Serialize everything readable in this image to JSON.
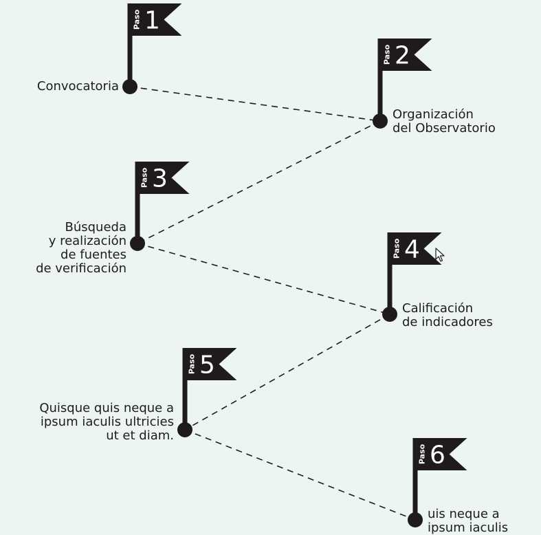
{
  "steps": [
    {
      "word": "Paso",
      "number": "1",
      "label_lines": [
        "Convocatoria"
      ]
    },
    {
      "word": "Paso",
      "number": "2",
      "label_lines": [
        "Organización",
        "del Observatorio"
      ]
    },
    {
      "word": "Paso",
      "number": "3",
      "label_lines": [
        "Búsqueda",
        "y realización",
        "de fuentes",
        "de verificación"
      ]
    },
    {
      "word": "Paso",
      "number": "4",
      "label_lines": [
        "Calificación",
        "de indicadores"
      ]
    },
    {
      "word": "Paso",
      "number": "5",
      "label_lines": [
        "Quisque quis neque a",
        "ipsum iaculis ultricies",
        "ut et diam."
      ]
    },
    {
      "word": "Paso",
      "number": "6",
      "label_lines": [
        "uis neque a",
        "ipsum iaculis"
      ]
    }
  ],
  "colors": {
    "background": "#ecf5f2",
    "ink": "#1f1b1c",
    "flag_text": "#ffffff"
  },
  "icons": {
    "cursor": "mouse-pointer-icon"
  }
}
